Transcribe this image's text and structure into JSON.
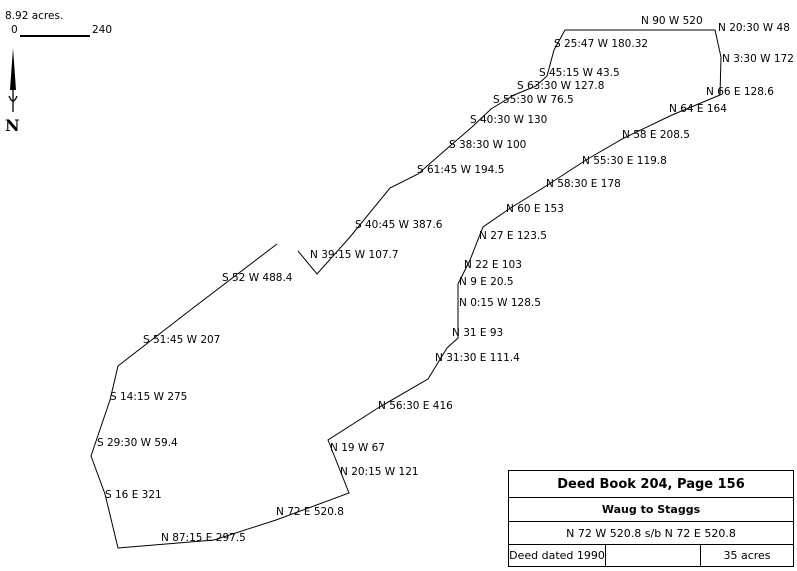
{
  "acreage_label": "8.92 acres.",
  "scale": {
    "start": "0",
    "end": "240"
  },
  "north_label": "N",
  "calls": [
    "N 90 W 520",
    "N 20:30 W 48",
    "N 3:30 W 172",
    "N 66 E 128.6",
    "N 64 E 164",
    "N 58 E 208.5",
    "N 55:30 E 119.8",
    "N 58:30 E 178",
    "N 60 E 153",
    "N 27 E 123.5",
    "N 22 E 103",
    "N 9 E 20.5",
    "N 0:15 W 128.5",
    "N 31 E 93",
    "N 31:30 E 111.4",
    "N 56:30 E 416",
    "N 19 W 67",
    "N 20:15 W 121",
    "N 72 E 520.8",
    "N 87:15 E 297.5",
    "S 16 E 321",
    "S 29:30 W 59.4",
    "S 14:15 W 275",
    "S 51:45 W 207",
    "S 52 W 488.4",
    "N 39:15 W 107.7",
    "S 40:45 W 387.6",
    "S 61:45 W 194.5",
    "S 38:30 W 100",
    "S 40:30 W 130",
    "S 55:30 W 76.5",
    "S 63:30 W 127.8",
    "S 45:15 W 43.5",
    "S 25:47 W 180.32"
  ],
  "title_block": {
    "title": "Deed Book 204, Page 156",
    "subtitle": "Waug to Staggs",
    "note": "N 72 W 520.8 s/b N 72 E 520.8",
    "date": "Deed dated 1990",
    "blank": "",
    "area": "35 acres"
  }
}
